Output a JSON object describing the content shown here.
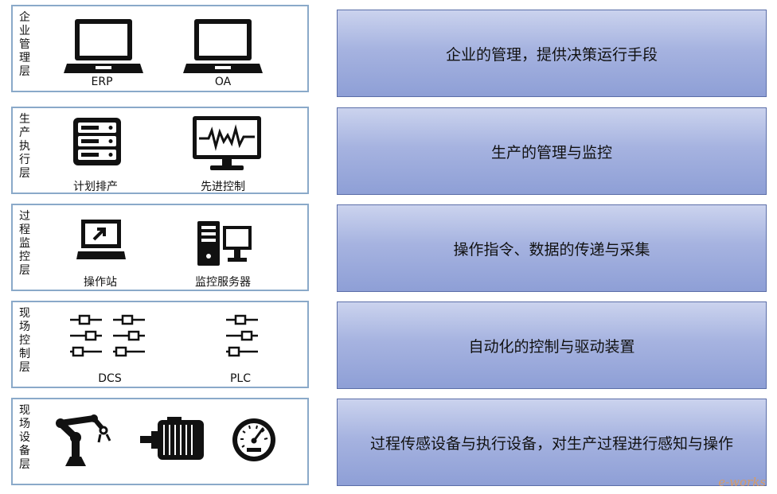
{
  "layers": [
    {
      "name": "企业管理层",
      "description": "企业的管理，提供决策运行手段",
      "items": [
        {
          "icon": "laptop-icon",
          "label": "ERP"
        },
        {
          "icon": "laptop-icon",
          "label": "OA"
        }
      ]
    },
    {
      "name": "生产执行层",
      "description": "生产的管理与监控",
      "items": [
        {
          "icon": "server-rack-icon",
          "label": "计划排产"
        },
        {
          "icon": "monitor-waveform-icon",
          "label": "先进控制"
        }
      ]
    },
    {
      "name": "过程监控层",
      "description": "操作指令、数据的传递与采集",
      "items": [
        {
          "icon": "laptop-cursor-icon",
          "label": "操作站"
        },
        {
          "icon": "desktop-computer-icon",
          "label": "监控服务器"
        }
      ]
    },
    {
      "name": "现场控制层",
      "description": "自动化的控制与驱动装置",
      "items": [
        {
          "icon": "dcs-modules-icon",
          "label": "DCS"
        },
        {
          "icon": "plc-modules-icon",
          "label": "PLC"
        }
      ]
    },
    {
      "name": "现场设备层",
      "description": "过程传感设备与执行设备，对生产过程进行感知与操作",
      "items": [
        {
          "icon": "robot-arm-icon"
        },
        {
          "icon": "motor-icon"
        },
        {
          "icon": "pressure-gauge-icon"
        }
      ]
    }
  ],
  "watermark": "e-works",
  "colors": {
    "left_border": "#8aa9c9",
    "right_fill_top": "#cbd3ee",
    "right_fill_bottom": "#8e9fd6",
    "right_border": "#5b6ea8"
  }
}
